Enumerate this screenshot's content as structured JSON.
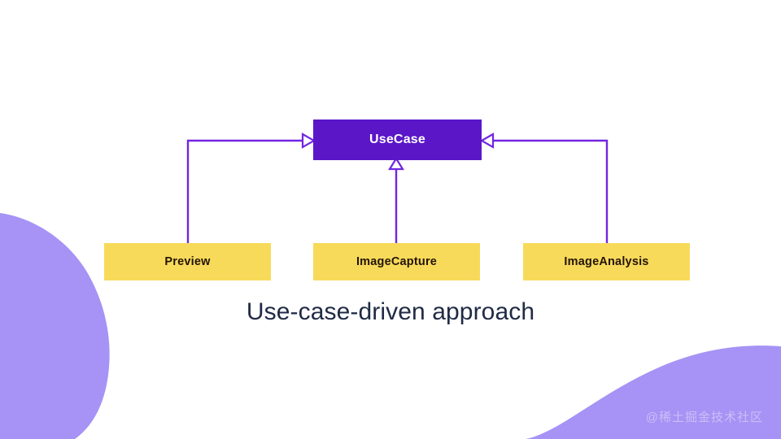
{
  "slide": {
    "background_color": "#FFFFFF",
    "caption": "Use-case-driven approach",
    "caption_color": "#202B45",
    "watermark": "@稀土掘金技术社区",
    "watermark_color": "#CDBDF7"
  },
  "palette": {
    "root_fill": "#5B16C8",
    "root_text": "#FFFFFF",
    "leaf_fill": "#F8DA5B",
    "leaf_text": "#231506",
    "connector": "#7226E0",
    "blob": "#A693F5"
  },
  "diagram": {
    "type": "uml-generalization",
    "root": {
      "label": "UseCase",
      "shape": "rectangle",
      "fill": "#5B16C8"
    },
    "leaves": [
      {
        "label": "Preview",
        "shape": "rectangle",
        "fill": "#F8DA5B",
        "connector": "elbow-left"
      },
      {
        "label": "ImageCapture",
        "shape": "rectangle",
        "fill": "#F8DA5B",
        "connector": "vertical"
      },
      {
        "label": "ImageAnalysis",
        "shape": "rectangle",
        "fill": "#F8DA5B",
        "connector": "elbow-right"
      }
    ],
    "arrowhead": "hollow-triangle"
  },
  "decorations": [
    {
      "name": "blob-left",
      "color": "#A693F5",
      "position": "left-middle"
    },
    {
      "name": "blob-bottom-right",
      "color": "#A693F5",
      "position": "bottom-right"
    }
  ]
}
